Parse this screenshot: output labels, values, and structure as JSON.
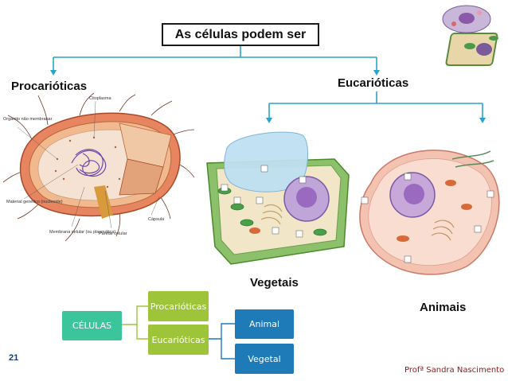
{
  "diagram": {
    "title": "As células podem ser",
    "branches": {
      "left": "Procarióticas",
      "right": "Eucarióticas"
    },
    "eukaryote_labels": {
      "plant": "Vegetais",
      "animal": "Animais"
    },
    "prokaryote_labels": {
      "nucleoid_free": "Organito não membranar",
      "cytoplasm": "Citoplasma",
      "genetic": "Material genético (nucleoide)",
      "membrane": "Membrana celular (ou plasmática)",
      "wall": "Parede celular",
      "capsule": "Cápsula"
    }
  },
  "concept_map": {
    "root": "CÉLULAS",
    "level1": [
      "Procarióticas",
      "Eucarióticas"
    ],
    "level2": [
      "Animal",
      "Vegetal"
    ],
    "colors": {
      "root": "#3cc49a",
      "level1": "#9ec43a",
      "level2": "#1f7ab8"
    }
  },
  "footer": {
    "page_number": "21",
    "author": "Profª Sandra Nascimento"
  },
  "colors": {
    "arrow": "#2aa3c9",
    "title_border": "#1a1a1a"
  }
}
